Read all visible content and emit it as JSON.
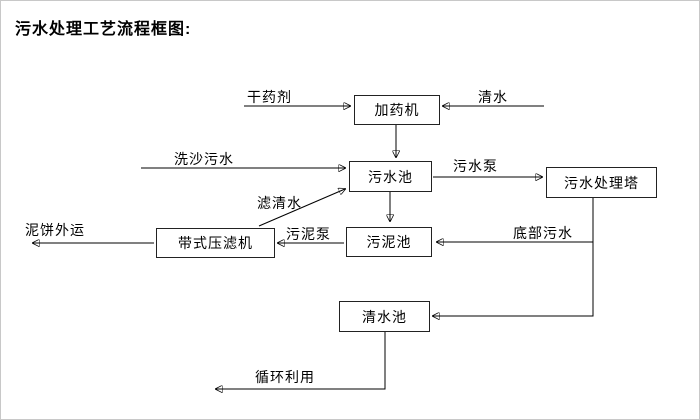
{
  "title": "污水处理工艺流程框图:",
  "nodes": {
    "dosing_machine": "加药机",
    "sewage_pool": "污水池",
    "treatment_tower": "污水处理塔",
    "sludge_pool": "污泥池",
    "belt_filter_press": "带式压滤机",
    "clean_water_pool": "清水池"
  },
  "labels": {
    "dry_chemical": "干药剂",
    "clean_water": "清水",
    "sand_washing_sewage": "洗沙污水",
    "sewage_pump": "污水泵",
    "filtered_water": "滤清水",
    "sludge_pump": "污泥泵",
    "bottom_sewage": "底部污水",
    "mud_cake_out": "泥饼外运",
    "recycle": "循环利用"
  },
  "colors": {
    "line": "#000000",
    "box_border": "#222222",
    "background": "#ffffff"
  }
}
